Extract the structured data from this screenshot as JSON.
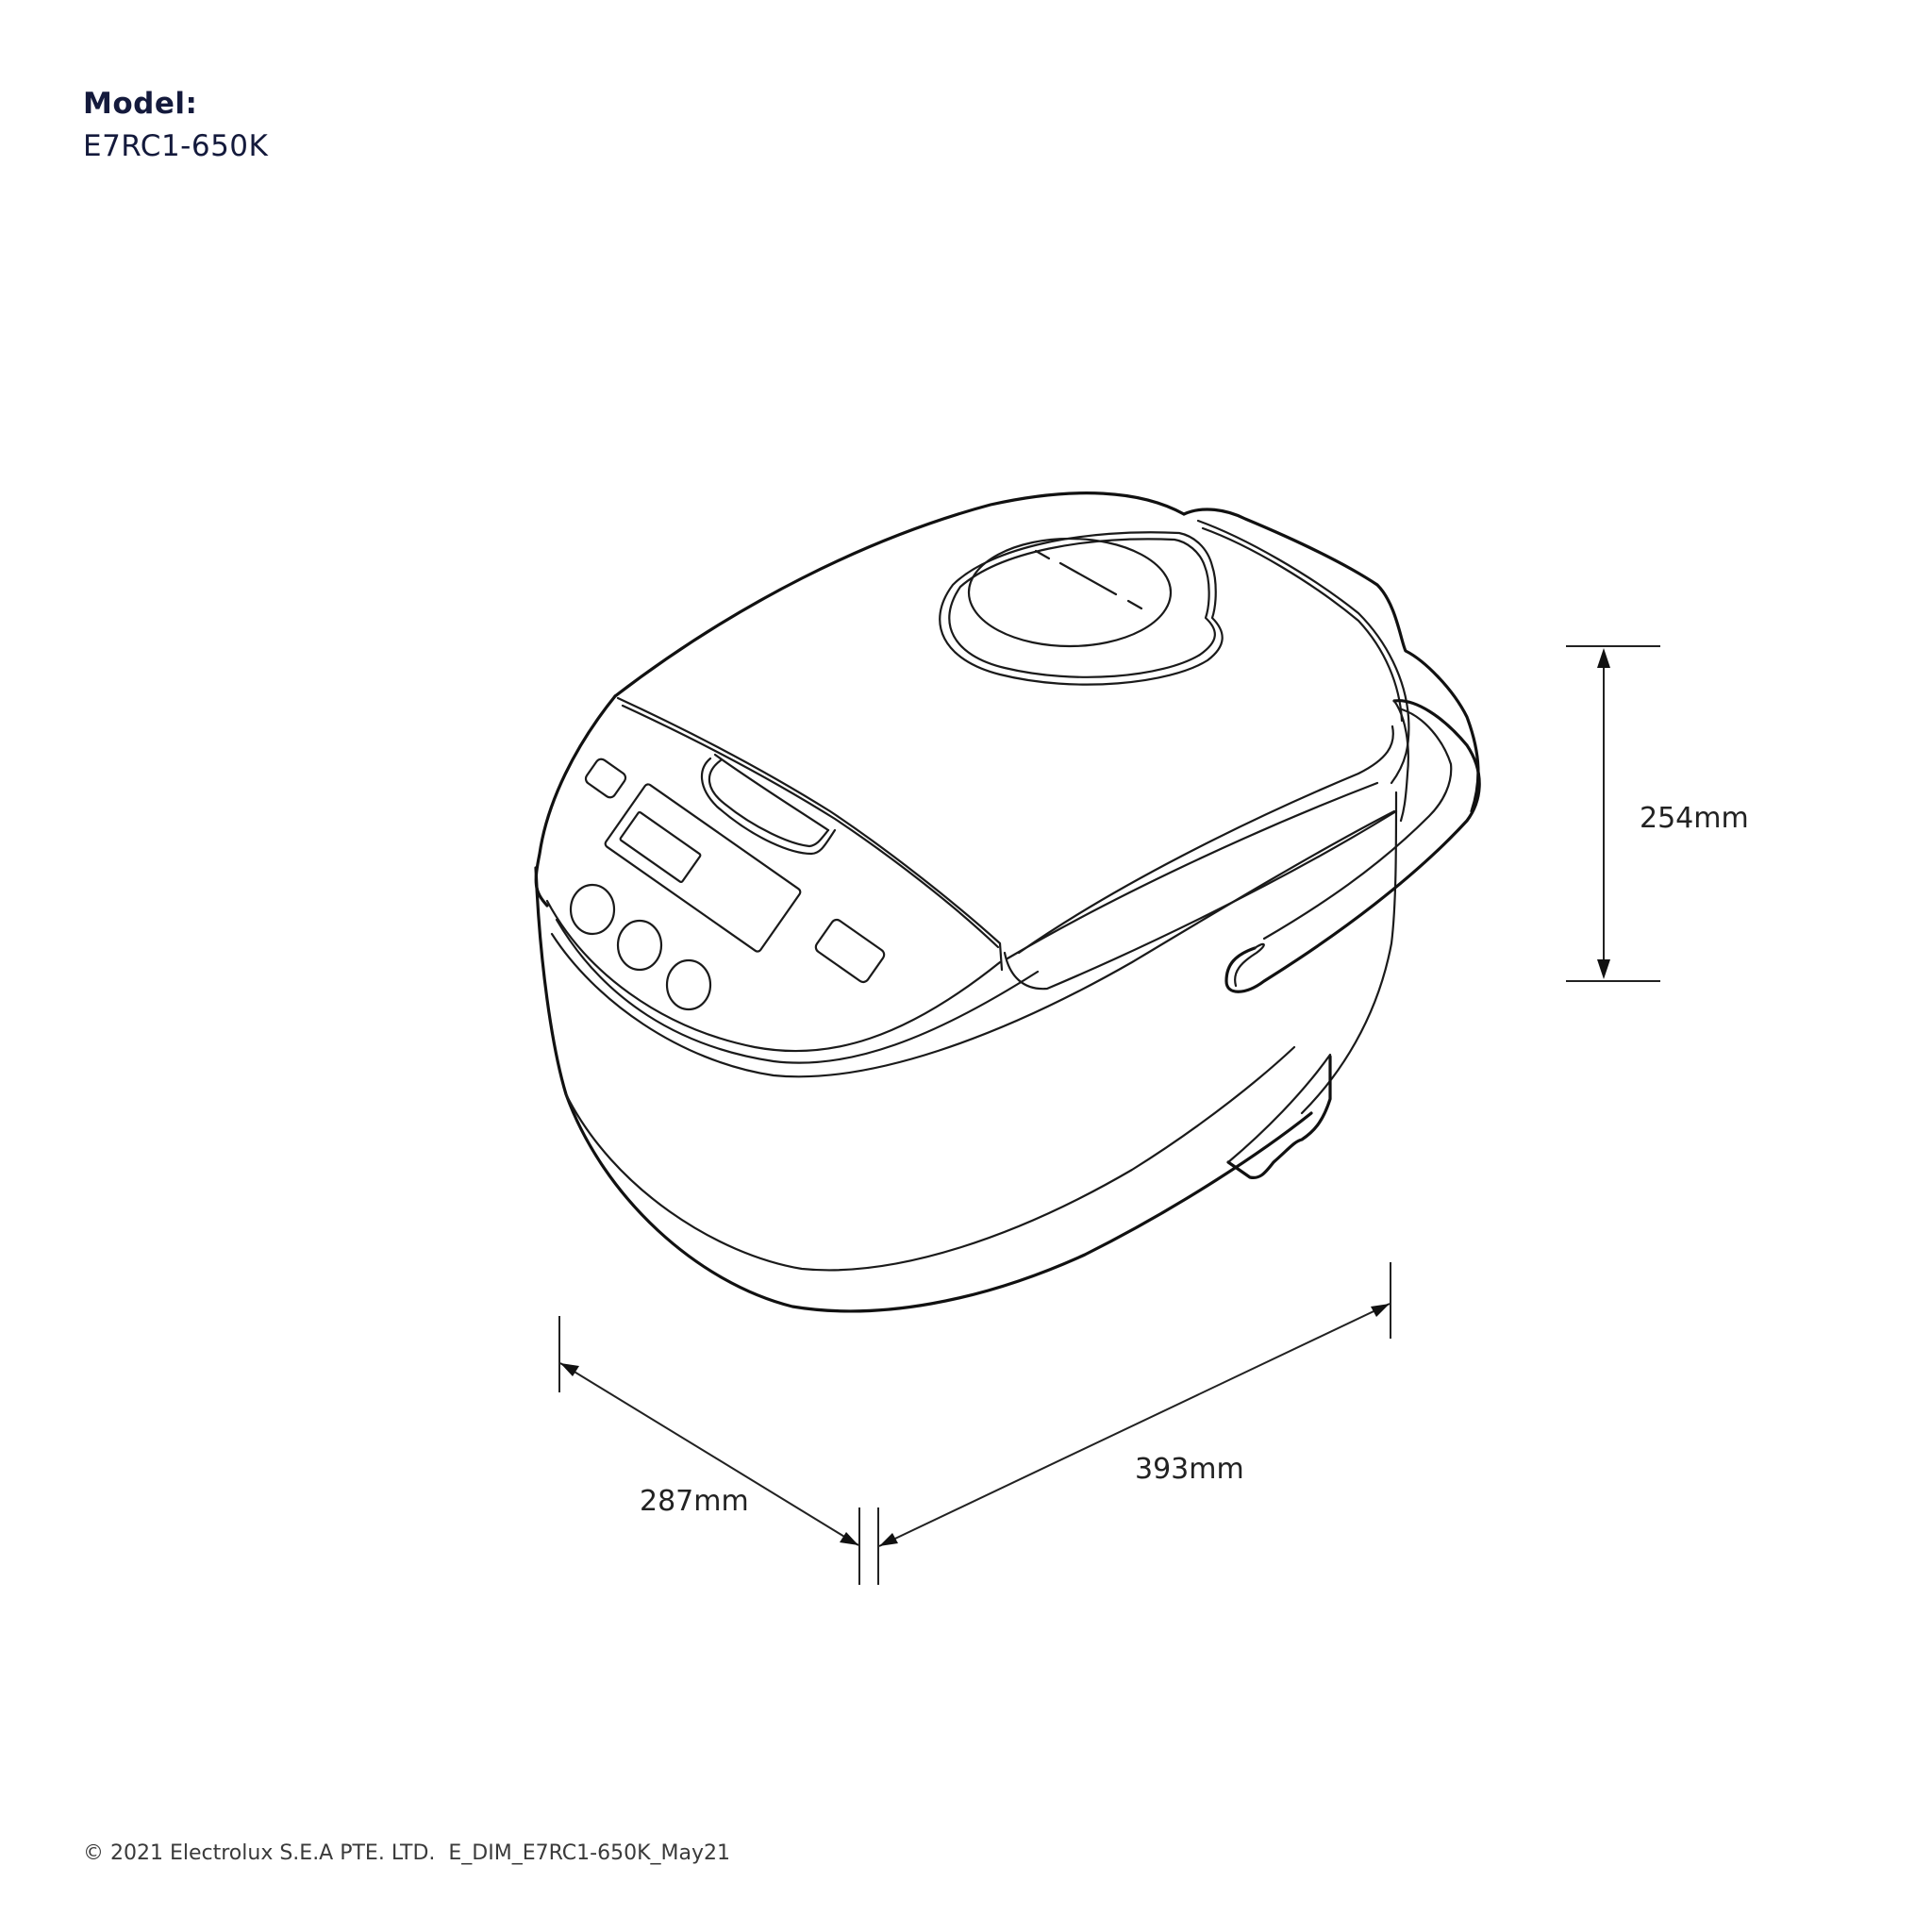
{
  "header": {
    "model_label": "Model:",
    "model_value": "E7RC1-650K"
  },
  "dimensions": {
    "height": "254mm",
    "width": "393mm",
    "depth": "287mm"
  },
  "footer": {
    "text": "© 2021 Electrolux S.E.A PTE. LTD.  E_DIM_E7RC1-650K_May21"
  },
  "drawing": {
    "subject": "rice-cooker-line-drawing",
    "line_color": "#111111",
    "text_color": "#141a3c"
  }
}
